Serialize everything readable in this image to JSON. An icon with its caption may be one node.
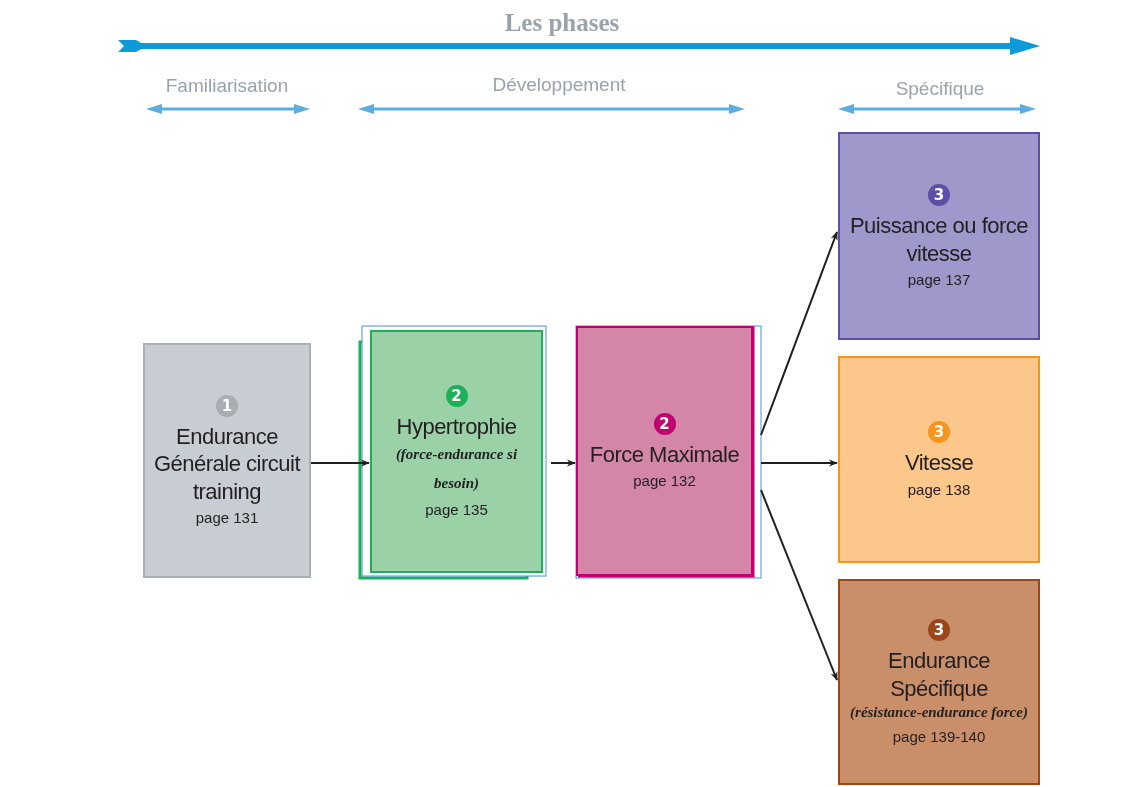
{
  "diagram": {
    "title": "Les phases",
    "nodes": [
      {
        "text": [
          "1",
          "Endurance Générale circuit training",
          "page 131"
        ]
      },
      {
        "text": [
          "2",
          "Hypertrophie",
          "(force-endurance si besoin)",
          "page 135"
        ]
      },
      {
        "text": [
          "2",
          "Force Maximale",
          "page 132"
        ]
      },
      {
        "text": [
          "3",
          "Puissance ou force vitesse",
          "page 137"
        ]
      },
      {
        "text": [
          "3",
          "Vitesse",
          "page 138"
        ]
      },
      {
        "text": [
          "3",
          "Endurance Spécifique",
          "(résistance-endurance force)",
          "page 139-140"
        ]
      }
    ],
    "edges": [
      {
        "from": 0,
        "to": 1,
        "arrow": "to"
      },
      {
        "from": 1,
        "to": 2,
        "arrow": "to"
      },
      {
        "from": 2,
        "to": 3,
        "arrow": "to"
      },
      {
        "from": 2,
        "to": 4,
        "arrow": "to"
      },
      {
        "from": 2,
        "to": 5,
        "arrow": "to"
      }
    ],
    "labels": [
      "Familiarisation",
      "Développement",
      "Spécifique"
    ]
  }
}
